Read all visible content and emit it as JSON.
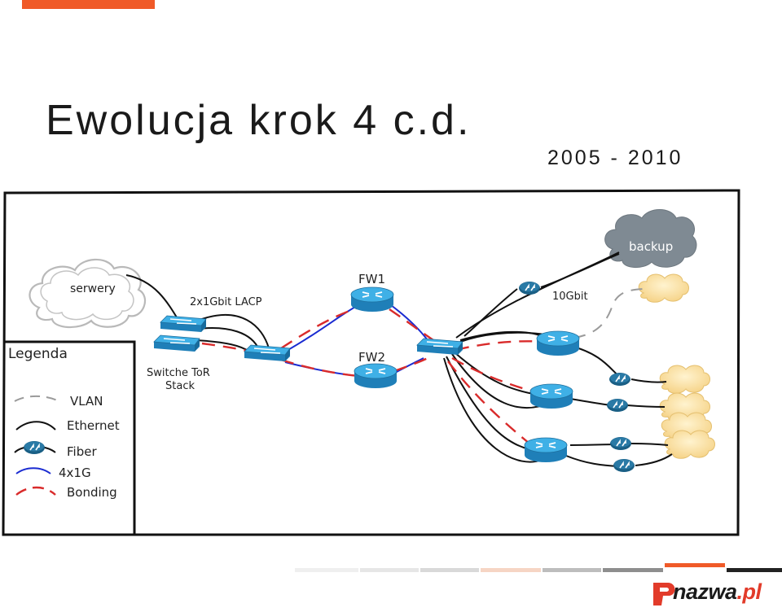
{
  "slide": {
    "title": "Ewolucja krok 4 c.d.",
    "years": "2005 - 2010"
  },
  "diagram": {
    "labels": {
      "servers": "serwery",
      "backup": "backup",
      "lacp": "2x1Gbit LACP",
      "fw1": "FW1",
      "fw2": "FW2",
      "tengig": "10Gbit",
      "tor_line1": "Switche ToR",
      "tor_line2": "Stack"
    }
  },
  "legend": {
    "title": "Legenda",
    "items": [
      {
        "label": "VLAN",
        "style": "vlan"
      },
      {
        "label": "Ethernet",
        "style": "ethernet"
      },
      {
        "label": "Fiber",
        "style": "fiber"
      },
      {
        "label": "4x1G",
        "style": "blue"
      },
      {
        "label": "Bonding",
        "style": "bonding"
      }
    ]
  },
  "logo": {
    "text_main": "nazwa",
    "text_suffix": ".pl"
  },
  "colors": {
    "accent": "#f05a28",
    "device_blue": "#2e9ed8",
    "device_dark": "#1a6a8f",
    "bonding_red": "#d92b2b",
    "link_blue": "#1a2bd1",
    "cloud_yellow": "#fbe0a6",
    "cloud_gray": "#7f8a93"
  },
  "icons": [
    "cloud-icon",
    "router-icon",
    "switch-icon",
    "fiber-transceiver-icon"
  ]
}
